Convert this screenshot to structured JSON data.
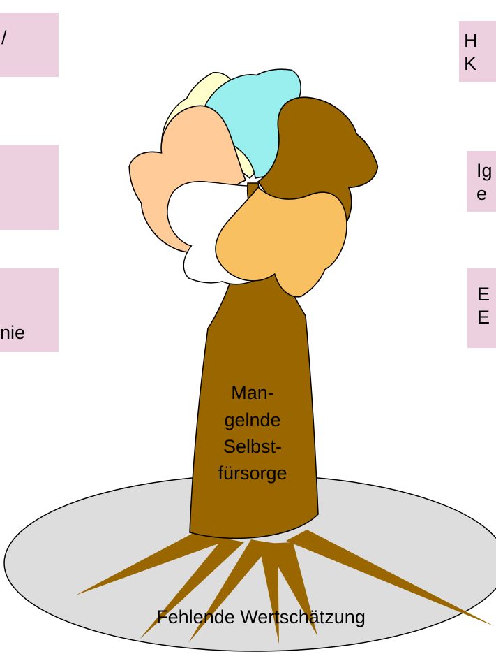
{
  "colors": {
    "box_fill": "#ecd0e0",
    "trunk": "#996600",
    "ground": "#dddddd",
    "petal_top_left": "#ffffcc",
    "petal_top_right": "#99eeee",
    "petal_right": "#996600",
    "petal_left": "#ffcc99",
    "petal_bottom_left": "#ffffff",
    "petal_bottom_right": "#f8c060"
  },
  "boxes": {
    "top_left": "/",
    "mid_left": "",
    "bottom_left": "nie",
    "top_right": [
      "H",
      "K"
    ],
    "mid_right": [
      "Ig",
      "e"
    ],
    "bottom_right": [
      "E",
      "E"
    ]
  },
  "trunk_text": [
    "Man-",
    "gelnde",
    "Selbst-",
    "fürsorge"
  ],
  "roots_text": "Fehlende Wertschätzung"
}
